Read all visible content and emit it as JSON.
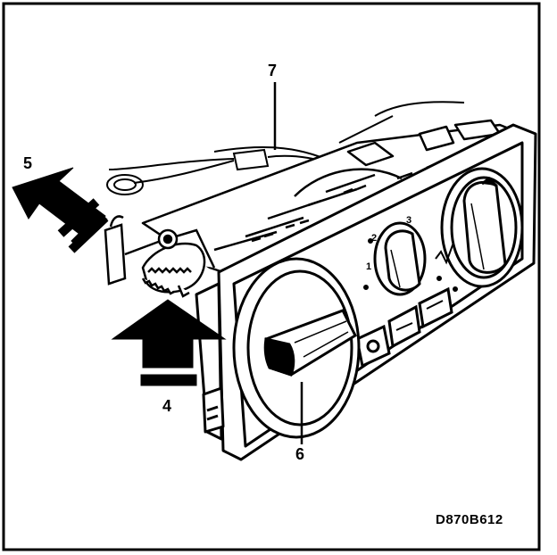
{
  "figure": {
    "callouts": {
      "c4": "4",
      "c5": "5",
      "c6": "6",
      "c7": "7"
    },
    "dial_markings": [
      "1",
      "2",
      "3"
    ],
    "drawing_code": "D870B612",
    "line_color": "#000000",
    "background": "#ffffff"
  }
}
